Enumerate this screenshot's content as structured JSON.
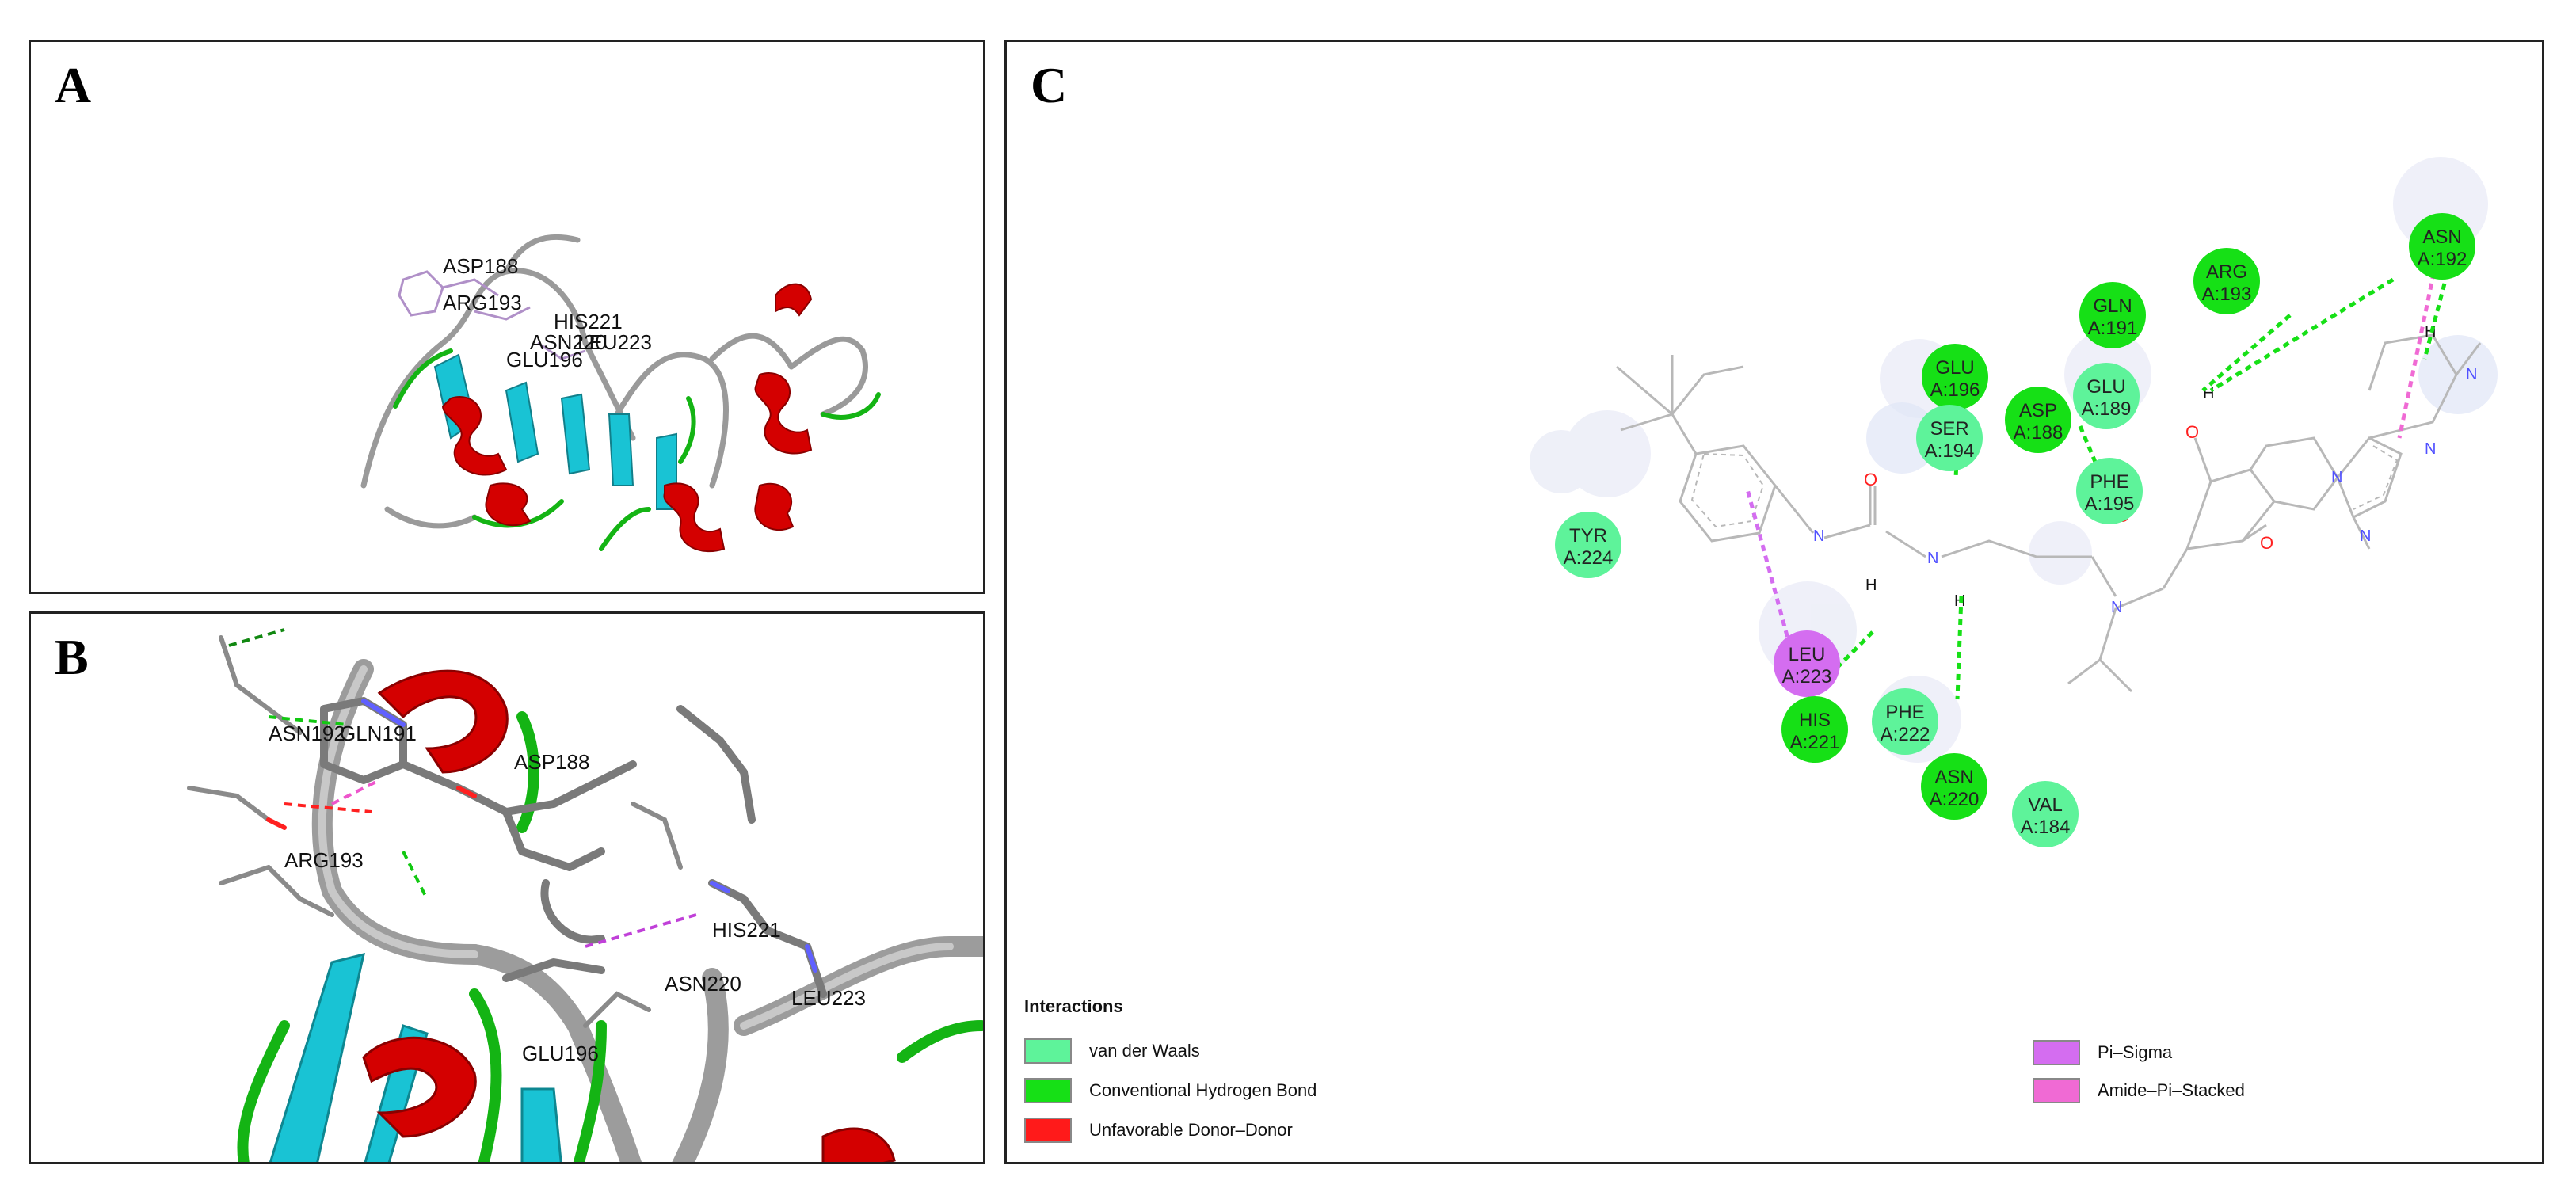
{
  "panels": {
    "a": {
      "letter": "A",
      "labels": [
        "ASP188",
        "ARG193",
        "HIS221",
        "ASN220",
        "LEU223",
        "GLU196"
      ]
    },
    "b": {
      "letter": "B",
      "labels": [
        "ASN192",
        "GLN191",
        "ASP188",
        "ARG193",
        "HIS221",
        "ASN220",
        "LEU223",
        "GLU196"
      ]
    },
    "c": {
      "letter": "C",
      "residues": [
        {
          "name": "ASN",
          "chain": "A:192",
          "type": "vdw_hbond"
        },
        {
          "name": "GLN",
          "chain": "A:191",
          "type": "hbond"
        },
        {
          "name": "ARG",
          "chain": "A:193",
          "type": "hbond"
        },
        {
          "name": "GLU",
          "chain": "A:196",
          "type": "hbond"
        },
        {
          "name": "SER",
          "chain": "A:194",
          "type": "vdw"
        },
        {
          "name": "ASP",
          "chain": "A:188",
          "type": "hbond"
        },
        {
          "name": "GLU",
          "chain": "A:189",
          "type": "vdw"
        },
        {
          "name": "PHE",
          "chain": "A:195",
          "type": "vdw"
        },
        {
          "name": "TYR",
          "chain": "A:224",
          "type": "vdw"
        },
        {
          "name": "LEU",
          "chain": "A:223",
          "type": "pisigma"
        },
        {
          "name": "HIS",
          "chain": "A:221",
          "type": "hbond"
        },
        {
          "name": "PHE",
          "chain": "A:222",
          "type": "vdw"
        },
        {
          "name": "ASN",
          "chain": "A:220",
          "type": "hbond"
        },
        {
          "name": "VAL",
          "chain": "A:184",
          "type": "vdw"
        }
      ],
      "atom_labels": {
        "h": "H",
        "o": "O",
        "n": "N"
      },
      "legend": {
        "title": "Interactions",
        "items": [
          {
            "label": "van der Waals",
            "color": "#5ef39a"
          },
          {
            "label": "Conventional Hydrogen Bond",
            "color": "#16e016"
          },
          {
            "label": "Unfavorable Donor–Donor",
            "color": "#ff1a1a"
          },
          {
            "label": "Pi–Sigma",
            "color": "#d46df0"
          },
          {
            "label": "Amide–Pi–Stacked",
            "color": "#f06ad4"
          }
        ]
      }
    }
  }
}
